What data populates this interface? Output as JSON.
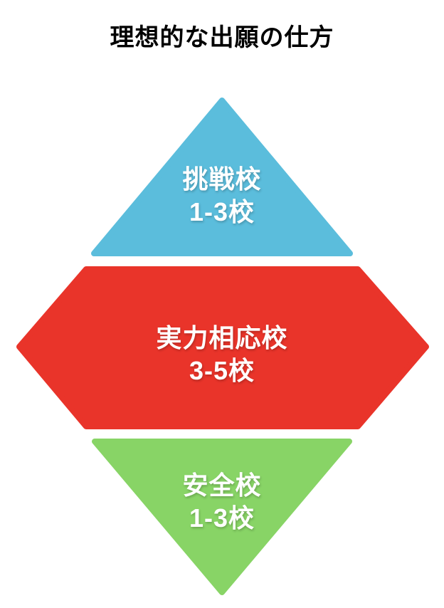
{
  "title": "理想的な出願の仕方",
  "colors": {
    "background": "#FFFFFF",
    "title_text": "#000000",
    "label_text": "#FFFFFF"
  },
  "diagram": {
    "type": "diamond-funnel",
    "segments": [
      {
        "name": "challenge-schools",
        "shape": "triangle-up",
        "label": "挑戦校",
        "count": "1-3校",
        "color": "#5BBDDC"
      },
      {
        "name": "match-schools",
        "shape": "hexagon",
        "label": "実力相応校",
        "count": "3-5校",
        "color": "#E9342A"
      },
      {
        "name": "safety-schools",
        "shape": "triangle-down",
        "label": "安全校",
        "count": "1-3校",
        "color": "#88D466"
      }
    ]
  }
}
